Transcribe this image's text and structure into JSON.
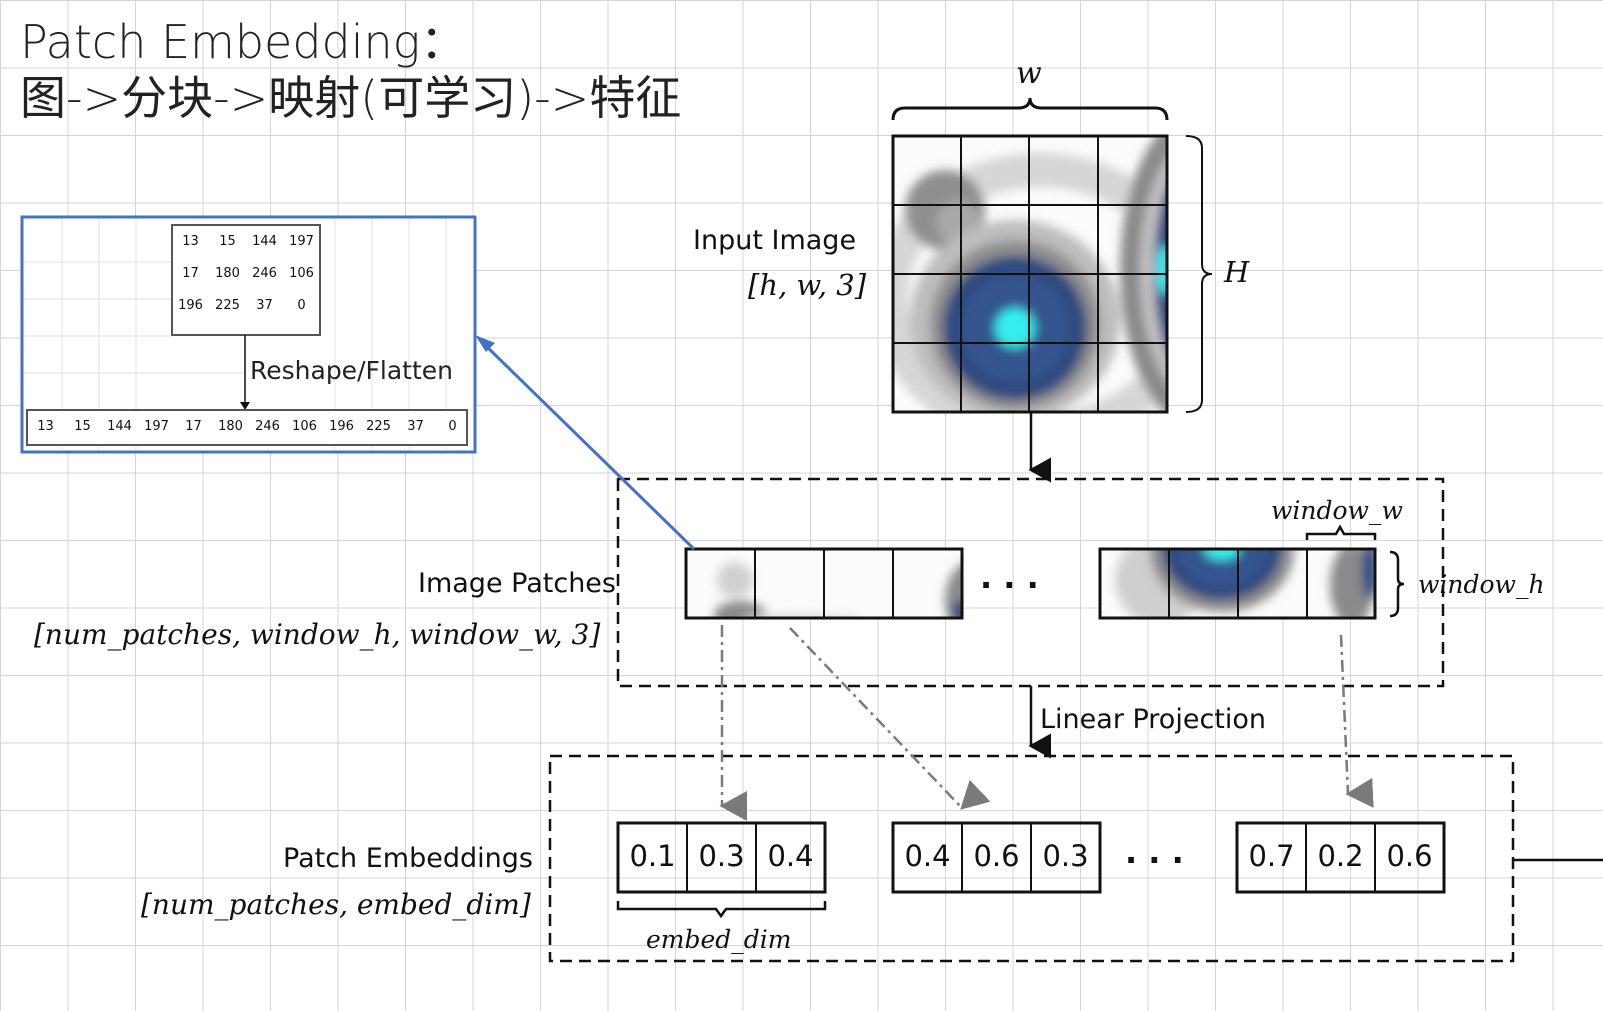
{
  "title": {
    "line1": "Patch Embedding：",
    "line2": "图->分块->映射(可学习)->特征"
  },
  "input_image": {
    "label": "Input Image",
    "shape": "[h, w, 3]",
    "width_label": "w",
    "height_label": "H"
  },
  "image_patches": {
    "label": "Image Patches",
    "shape": "[num_patches, window_h, window_w, 3]",
    "window_w_label": "window_w",
    "window_h_label": "window_h",
    "ellipsis": "· · ·"
  },
  "linear_projection": {
    "label": "Linear Projection"
  },
  "patch_embeddings": {
    "label": "Patch Embeddings",
    "shape": "[num_patches, embed_dim]",
    "embed_dim_label": "embed_dim",
    "ellipsis": "· · ·",
    "vectors": [
      [
        "0.1",
        "0.3",
        "0.4"
      ],
      [
        "0.4",
        "0.6",
        "0.3"
      ],
      [
        "0.7",
        "0.2",
        "0.6"
      ]
    ]
  },
  "flatten_detail": {
    "matrix": [
      [
        "13",
        "15",
        "144",
        "197"
      ],
      [
        "17",
        "180",
        "246",
        "106"
      ],
      [
        "196",
        "225",
        "37",
        "0"
      ]
    ],
    "operation_label": "Reshape/Flatten",
    "flattened": [
      "13",
      "15",
      "144",
      "197",
      "17",
      "180",
      "246",
      "106",
      "196",
      "225",
      "37",
      "0"
    ]
  },
  "colors": {
    "highlight_blue": "#4472c4",
    "eye_dark_blue": "#2f4a80",
    "eye_cyan": "#35eef0",
    "gray": "#8a8a8a",
    "light_gray": "#d9d9d9"
  }
}
